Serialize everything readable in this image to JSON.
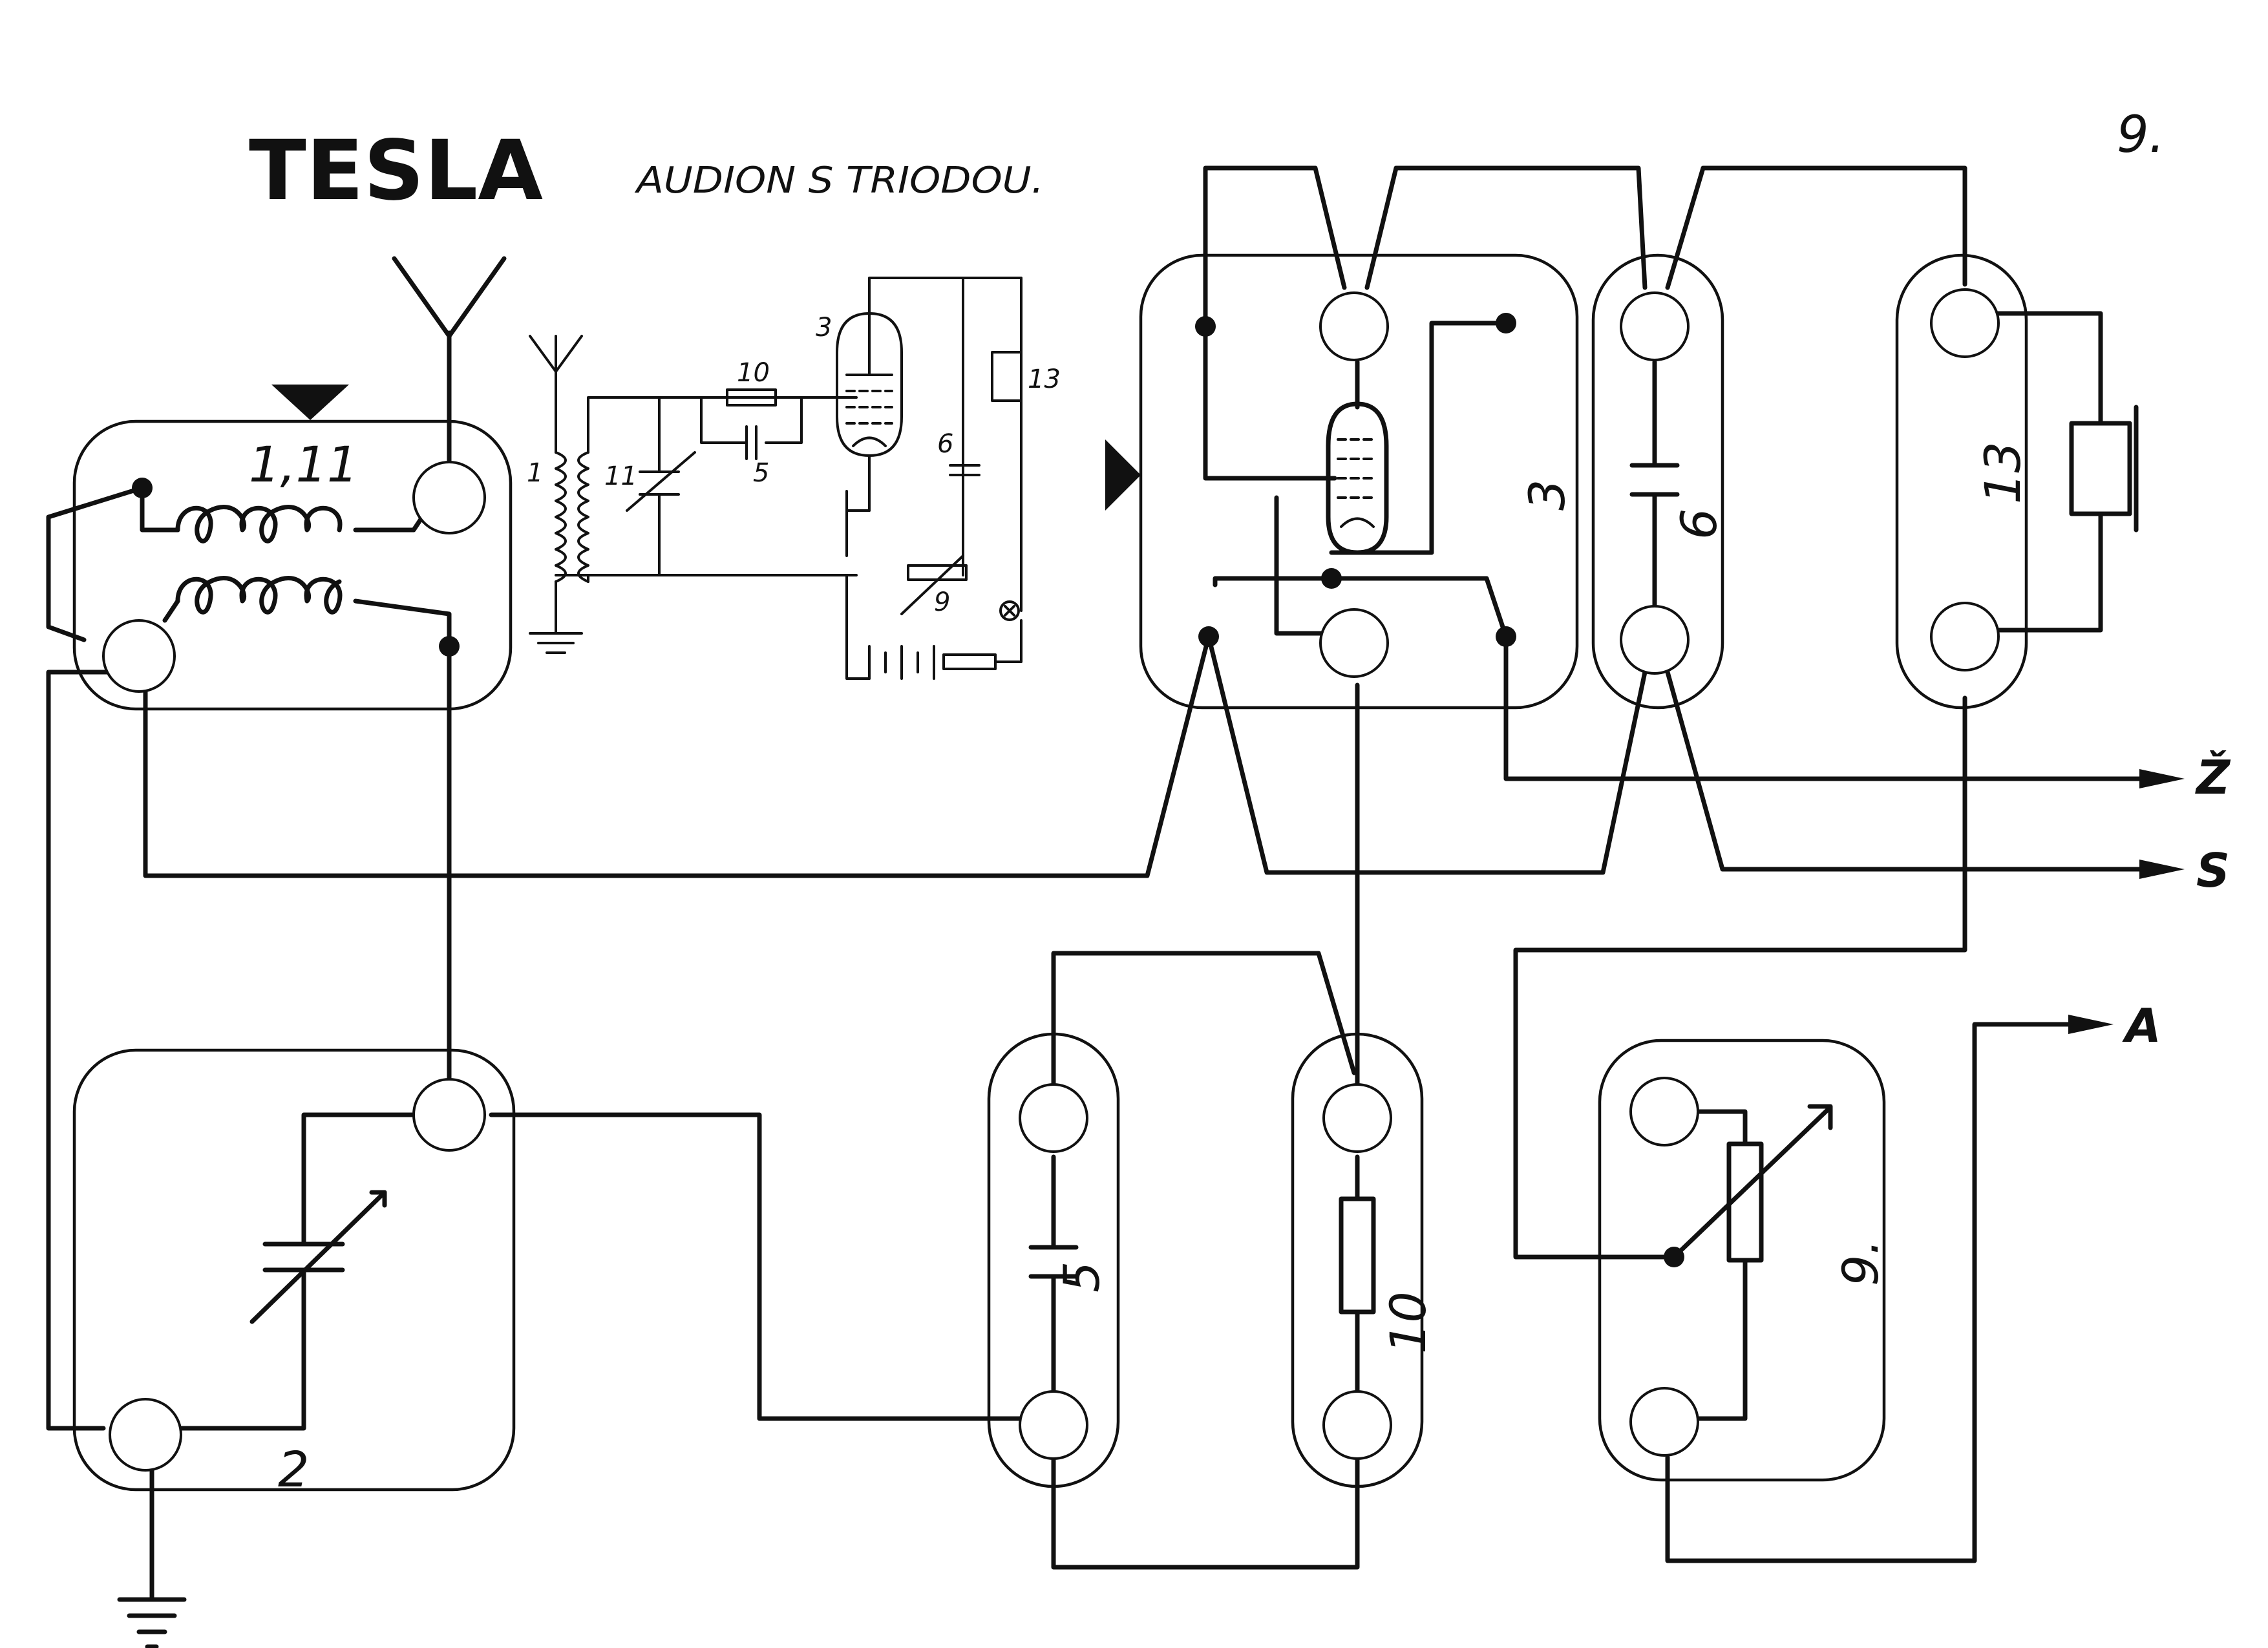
{
  "header": {
    "brand": "TESLA",
    "title": "AUDION S TRIODOU.",
    "sheet_number": "9."
  },
  "boards": {
    "coil": "1,11",
    "capacitor_var": "2",
    "capacitor_5": "5",
    "resistor_10": "10",
    "tube": "3",
    "capacitor_6": "6",
    "headphones": "13",
    "potentiometer": "9."
  },
  "outputs": {
    "z": "Ž",
    "s": "S",
    "a": "A"
  },
  "schematic": {
    "coil_1": "1",
    "coil_11": "11",
    "res_10": "10",
    "cap_5": "5",
    "tube_3": "3",
    "cap_6": "6",
    "phones_13": "13",
    "pot_9": "9"
  }
}
